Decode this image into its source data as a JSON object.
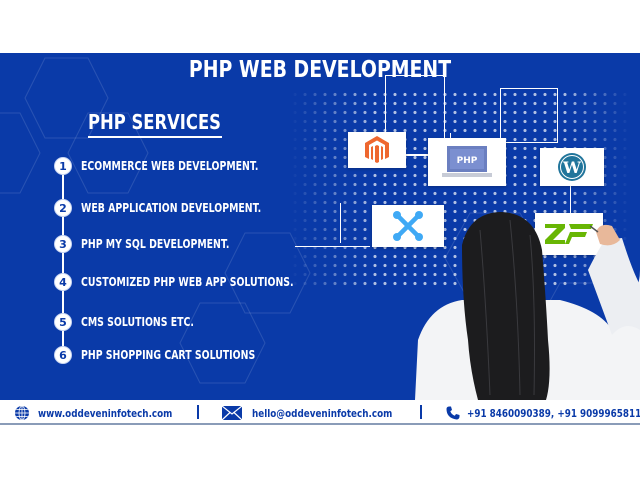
{
  "banner": {
    "title": "PHP WEB DEVELOPMENT",
    "background_color": "#0a3aa8",
    "accent_color": "#ffffff"
  },
  "services": {
    "heading": "PHP SERVICES",
    "items": [
      {
        "number": "1",
        "label": "ECOMMERCE WEB DEVELOPMENT."
      },
      {
        "number": "2",
        "label": "WEB APPLICATION DEVELOPMENT."
      },
      {
        "number": "3",
        "label": "PHP MY SQL DEVELOPMENT."
      },
      {
        "number": "4",
        "label": "CUSTOMIZED PHP WEB APP SOLUTIONS."
      },
      {
        "number": "5",
        "label": "CMS SOLUTIONS ETC."
      },
      {
        "number": "6",
        "label": "PHP SHOPPING CART SOLUTIONS"
      }
    ]
  },
  "tech_logos": [
    {
      "name": "Magento",
      "icon": "magento-icon",
      "color": "#ee672f"
    },
    {
      "name": "PHP",
      "icon": "php-laptop-icon",
      "label": "PHP",
      "color": "#6181b6"
    },
    {
      "name": "WordPress",
      "icon": "wordpress-icon",
      "color": "#21759b"
    },
    {
      "name": "Joomla",
      "icon": "joomla-icon",
      "color": "#3fa9f5"
    },
    {
      "name": "Zend Framework",
      "icon": "zend-framework-icon",
      "label": "ZF",
      "color": "#68b604"
    }
  ],
  "contact": {
    "website": {
      "icon": "globe-icon",
      "text": "www.oddeveninfotech.com"
    },
    "email": {
      "icon": "mail-icon",
      "text": "hello@oddeveninfotech.com"
    },
    "phone": {
      "icon": "phone-icon",
      "text": "+91 8460090389, +91 9099965811"
    }
  }
}
